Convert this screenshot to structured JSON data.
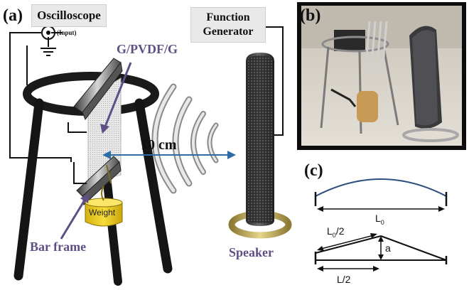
{
  "panels": {
    "a": "(a)",
    "b": "(b)",
    "c": "(c)"
  },
  "oscilloscope": {
    "label": "Oscilloscope",
    "input_label": "(Input)"
  },
  "function_generator": {
    "line1": "Function",
    "line2": "Generator"
  },
  "sample_label": "G/PVDF/G",
  "distance_label": "10 cm",
  "weight_label": "Weight",
  "bar_frame_label": "Bar frame",
  "speaker_label": "Speaker",
  "geometry_labels": {
    "length": {
      "main": "L",
      "sub": "0"
    },
    "half_original": {
      "main": "L",
      "sub": "0",
      "rest": "/2"
    },
    "amplitude": "a",
    "half_length": "L/2"
  },
  "colors": {
    "accent_purple": "#5e4f85",
    "arrow_blue": "#2e6da4",
    "label_box": "#e9e9e9",
    "weight_yellow": "#f2d11b",
    "speaker_ring": "#cdb55a"
  }
}
